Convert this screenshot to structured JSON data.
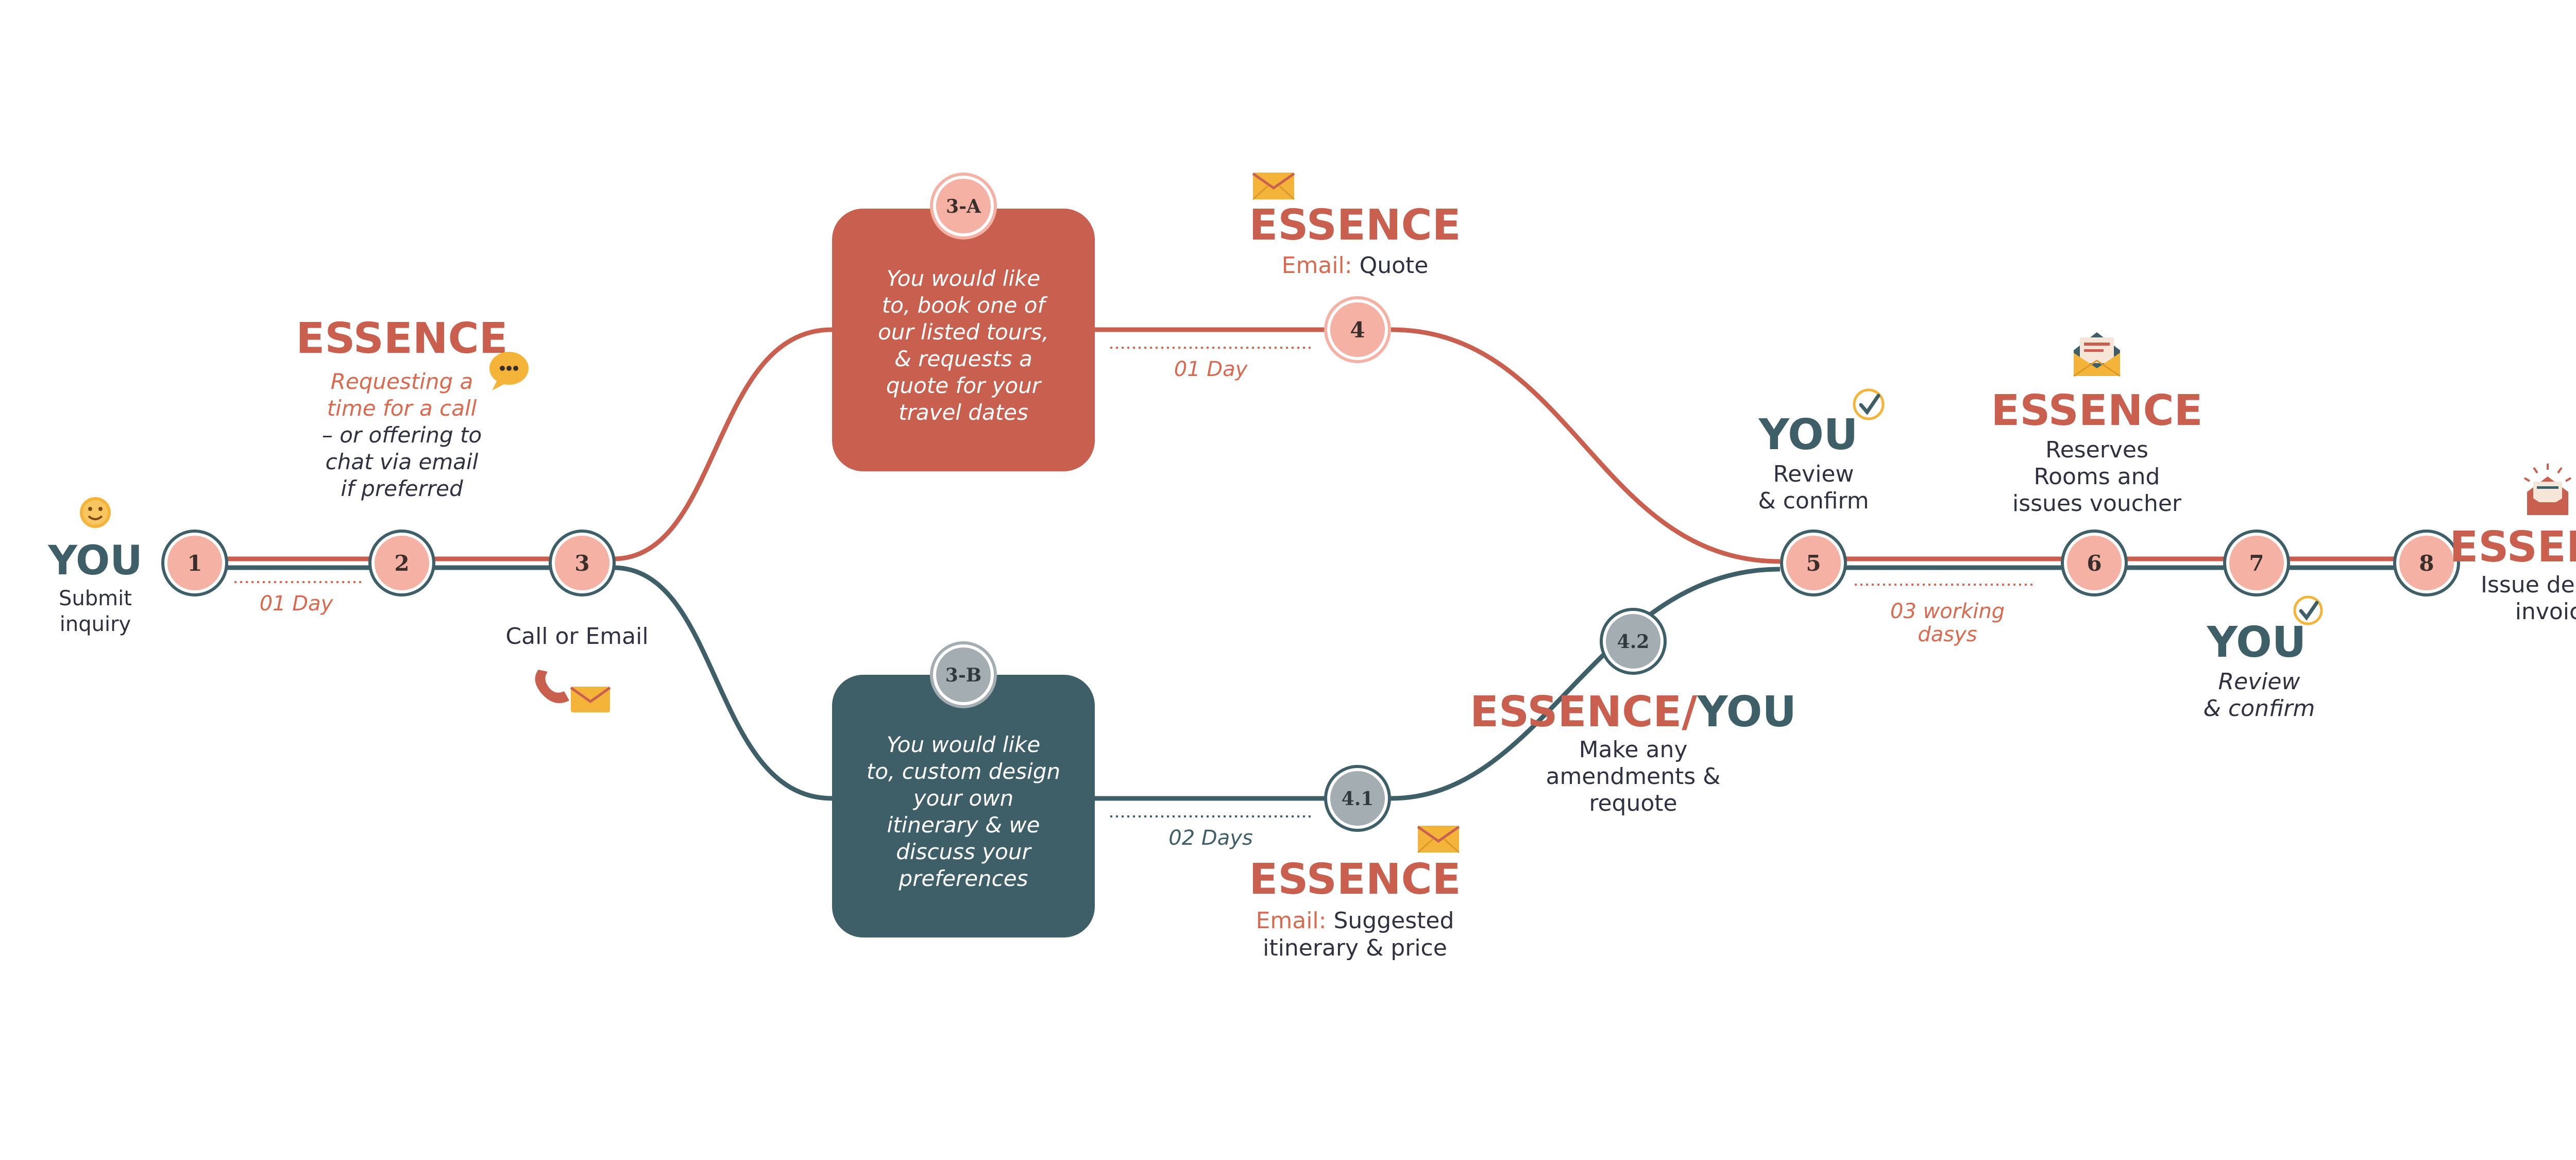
{
  "colors": {
    "red": "#c95f4e",
    "teal": "#3e5f67",
    "node_fill": "#f4b1a4",
    "node_grey": "#a4adb1",
    "note": "#d9694f",
    "dark_text": "#2f3140",
    "white": "#ffffff",
    "icon_yellow": "#f4b43a"
  },
  "actors": {
    "essence": "ESSENCE",
    "you": "YOU",
    "essence_you_sep": "/"
  },
  "steps": {
    "s1": {
      "node": "1",
      "caption": [
        "Submit",
        "inquiry"
      ]
    },
    "s2": {
      "node": "2",
      "caption_accent": [
        "Requesting a",
        "time for a call"
      ],
      "caption": [
        "– or offering to",
        "chat via email",
        "if preferred"
      ]
    },
    "s3": {
      "node": "3",
      "caption": "Call or Email"
    },
    "s3a": {
      "node": "3-A",
      "box_text": [
        "You would like",
        "to, book one of",
        "our listed tours,",
        "& requests a",
        "quote for your",
        "travel dates"
      ]
    },
    "s3b": {
      "node": "3-B",
      "box_text": [
        "You would like",
        "to, custom design",
        "your own",
        "itinerary & we",
        "discuss your",
        "preferences"
      ]
    },
    "s4": {
      "node": "4",
      "email_label": "Email:",
      "email_text": "Quote"
    },
    "s41": {
      "node": "4.1",
      "email_label": "Email:",
      "email_text": "Suggested",
      "email_text2": "itinerary & price"
    },
    "s42": {
      "node": "4.2",
      "caption": [
        "Make any",
        "amendments &",
        "requote"
      ]
    },
    "s5": {
      "node": "5",
      "caption": [
        "Review",
        "& confirm"
      ]
    },
    "s6": {
      "node": "6",
      "caption": [
        "Reserves",
        "Rooms and",
        "issues voucher"
      ]
    },
    "s7": {
      "node": "7",
      "caption": [
        "Review",
        "& confirm"
      ]
    },
    "s8": {
      "node": "8",
      "caption": [
        "Issue deposit",
        "invoice"
      ]
    }
  },
  "durations": {
    "d12": "01 Day",
    "d34": "01 Day",
    "d341": "02 Days",
    "d56": [
      "03 working",
      "dasys"
    ]
  },
  "icons": [
    "smiley-icon",
    "chat-bubble-icon",
    "phone-icon",
    "envelope-icon",
    "checkmark-icon",
    "open-envelope-icon"
  ]
}
